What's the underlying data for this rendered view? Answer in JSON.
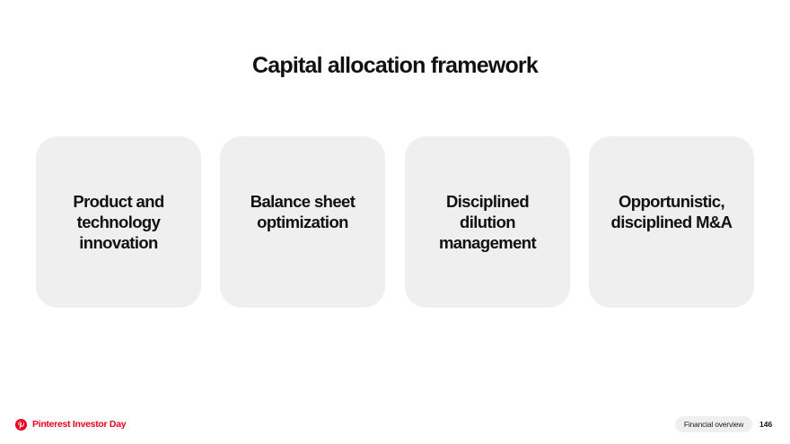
{
  "slide": {
    "title": "Capital allocation framework"
  },
  "cards": [
    {
      "text": "Product and\ntechnology\ninnovation"
    },
    {
      "text": "Balance sheet\noptimization"
    },
    {
      "text": "Disciplined\ndilution\nmanagement"
    },
    {
      "text": "Opportunistic,\ndisciplined M&A"
    }
  ],
  "footer": {
    "logo_icon": "pinterest-logo-icon",
    "brand_label": "Pinterest Investor Day",
    "section_label": "Financial overview",
    "page_number": "146"
  },
  "colors": {
    "brand": "#e60023",
    "card_background": "#efefef",
    "text": "#111111"
  }
}
